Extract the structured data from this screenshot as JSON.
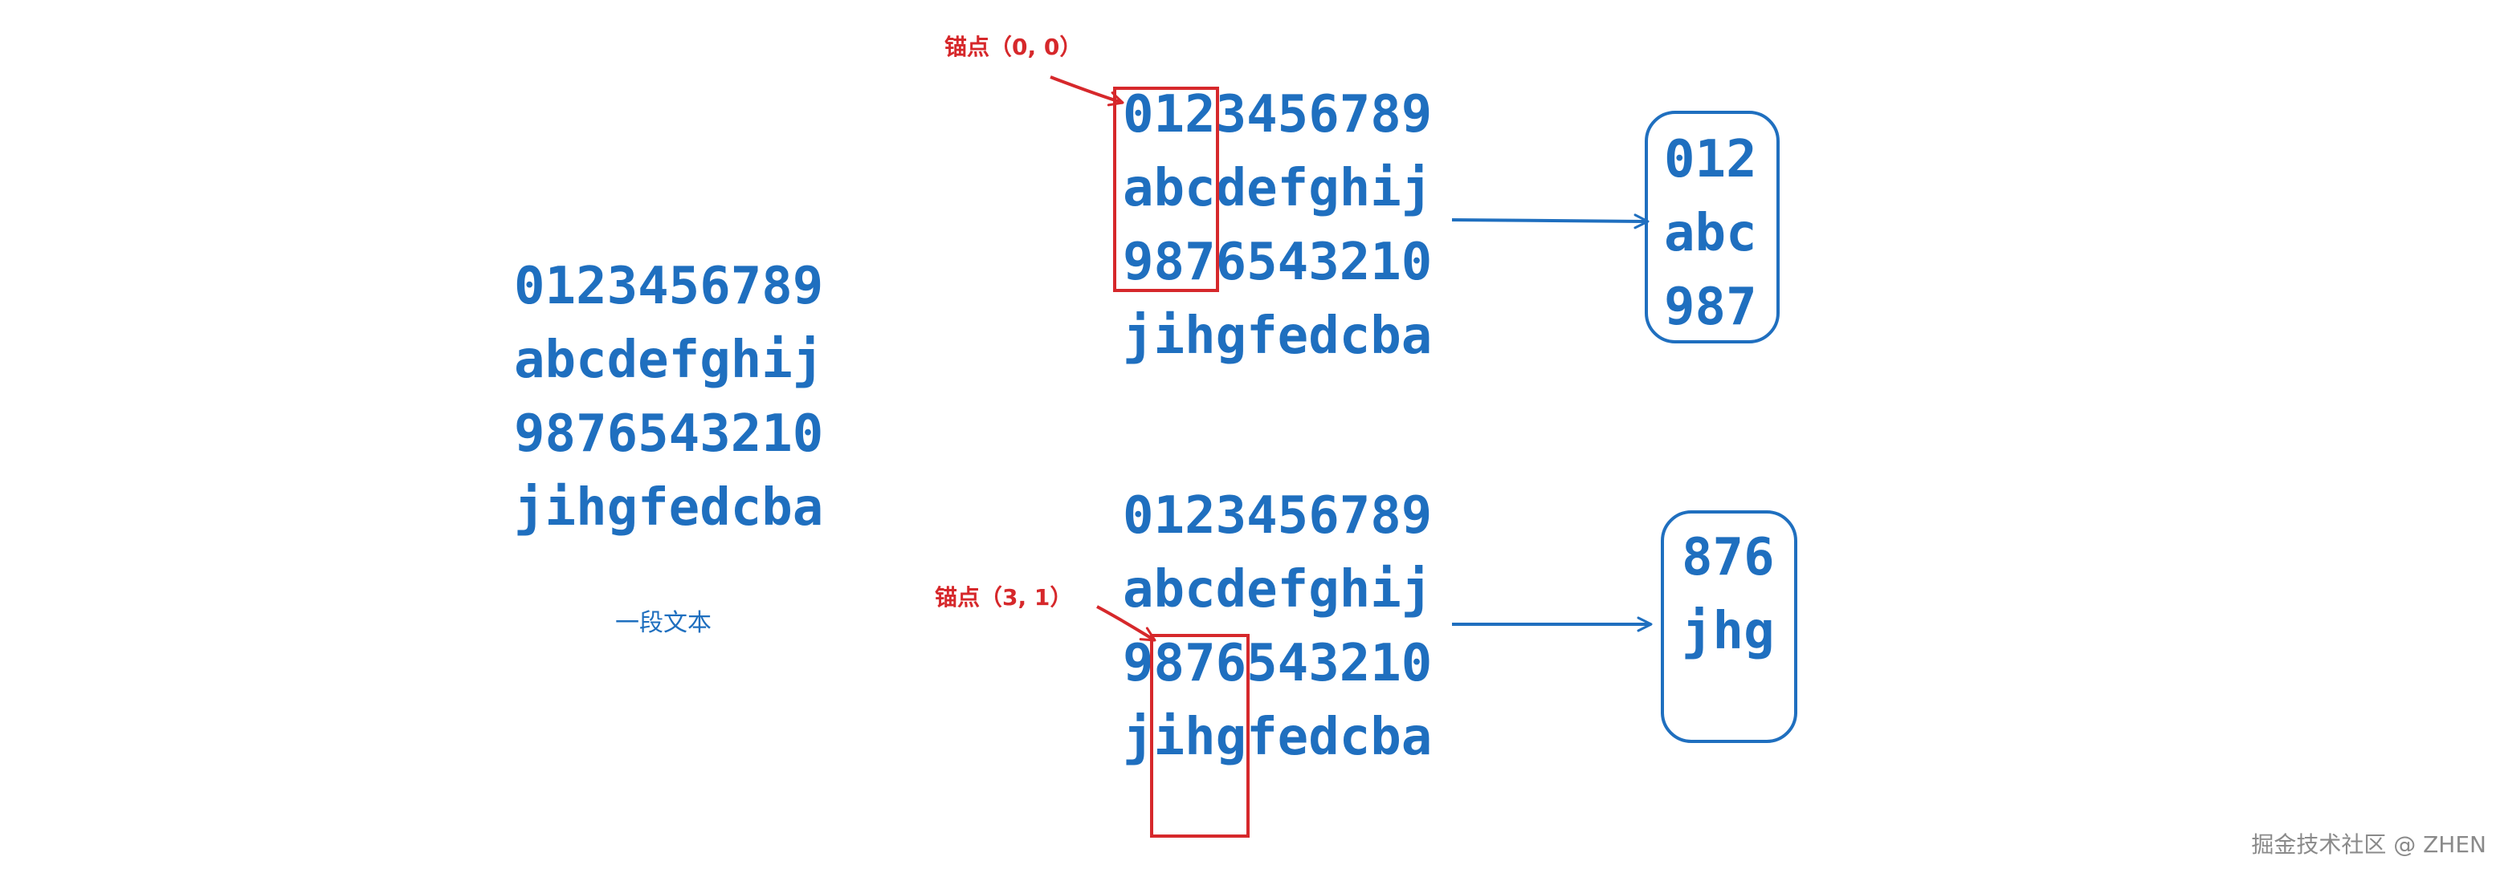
{
  "colors": {
    "text_blue": "#1f6fbf",
    "anchor_red": "#d6282b",
    "watermark_gray": "#8a8a8a"
  },
  "source_block": {
    "lines": [
      "0123456789",
      "abcdefghij",
      "9876543210",
      "jihgfedcba"
    ],
    "caption": "一段文本"
  },
  "example_a": {
    "lines": [
      "0123456789",
      "abcdefghij",
      "9876543210",
      "jihgfedcba"
    ],
    "anchor_label": "锚点（0, 0）",
    "result_lines": [
      "012",
      "abc",
      "987"
    ]
  },
  "example_b": {
    "lines": [
      "0123456789",
      "abcdefghij",
      "9876543210",
      "jihgfedcba"
    ],
    "anchor_label": "锚点（3, 1）",
    "result_lines": [
      "876",
      "jhg"
    ]
  },
  "watermark": "掘金技术社区 @ ZHEN"
}
